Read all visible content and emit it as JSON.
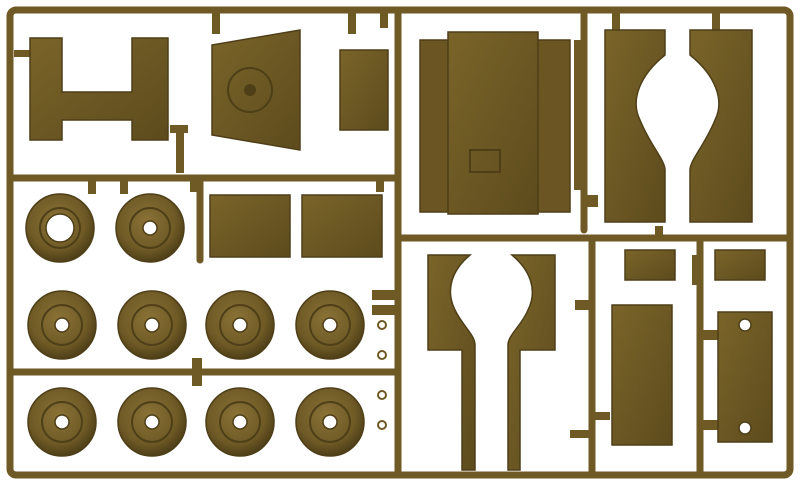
{
  "image": {
    "subject": "plastic-model-kit-sprue",
    "colors": {
      "background": "#ffffff",
      "plastic": "#6f5a26",
      "plastic_dark": "#4e3f18",
      "plastic_light": "#8a7236"
    },
    "parts": {
      "wheels": 10,
      "frames": 1
    }
  }
}
